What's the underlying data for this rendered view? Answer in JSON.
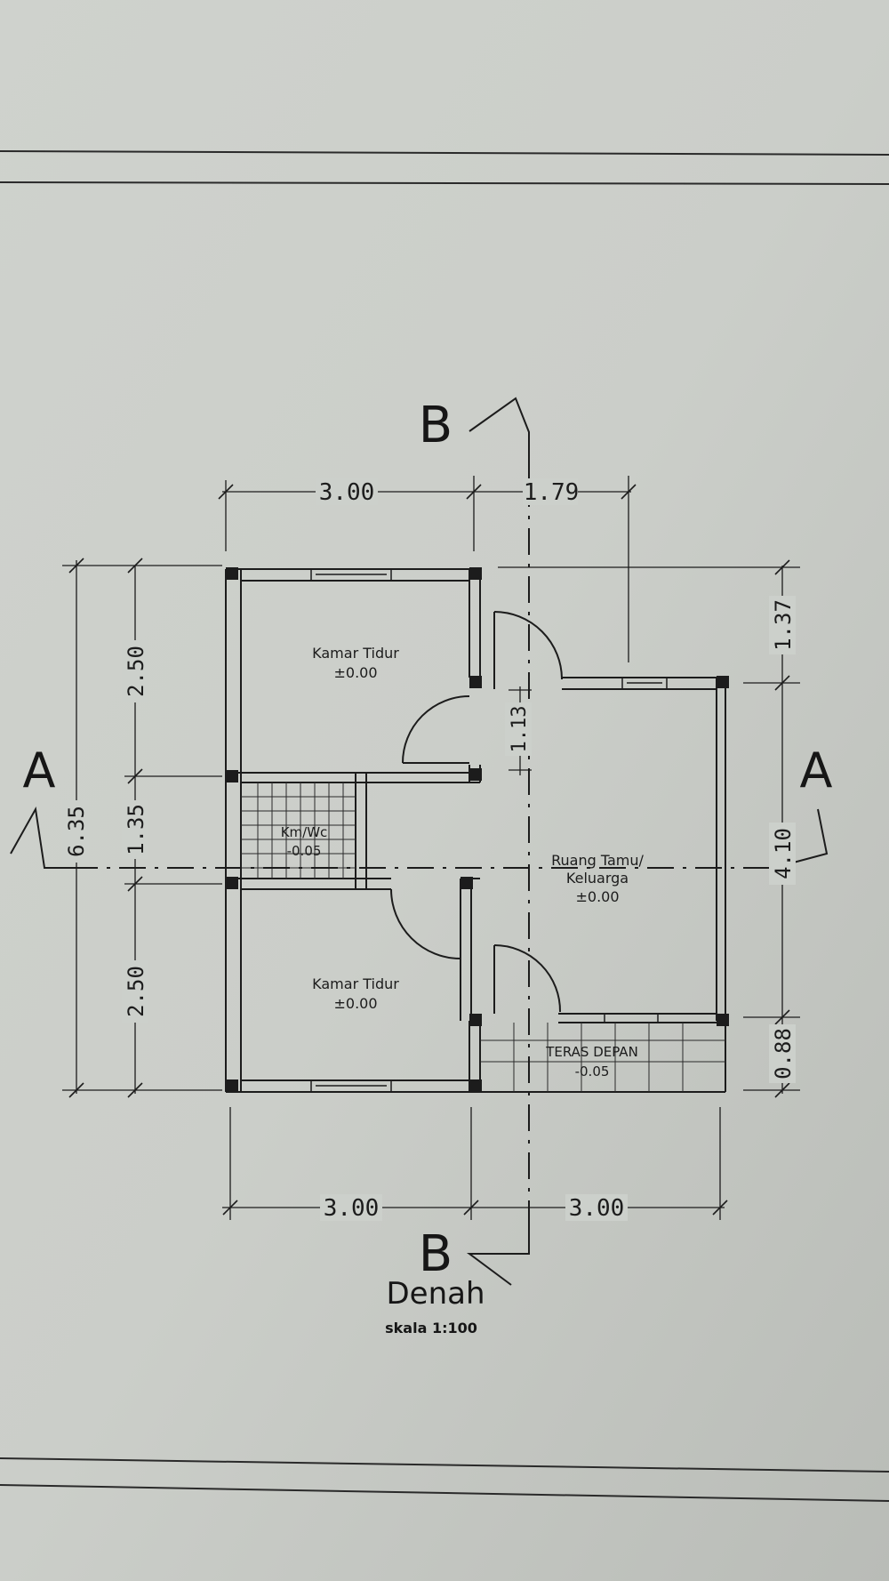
{
  "drawing": {
    "title": "Denah",
    "scale": "skala 1:100",
    "section_a": "A",
    "section_b": "B"
  },
  "rooms": {
    "bedroom_top": {
      "name": "Kamar Tidur",
      "level": "±0.00"
    },
    "bathroom": {
      "name": "Km/Wc",
      "level": "-0.05"
    },
    "bedroom_bottom": {
      "name": "Kamar Tidur",
      "level": "±0.00"
    },
    "living": {
      "name_line1": "Ruang Tamu/",
      "name_line2": "Keluarga",
      "level": "±0.00"
    },
    "terrace": {
      "name": "TERAS DEPAN",
      "level": "-0.05"
    }
  },
  "dimensions": {
    "top_left": "3.00",
    "top_right": "1.79",
    "bottom_left": "3.00",
    "bottom_right": "3.00",
    "left_total": "6.35",
    "left_upper": "2.50",
    "left_middle": "1.35",
    "left_lower": "2.50",
    "right_top": "1.37",
    "right_middle": "4.10",
    "right_bottom": "0.88",
    "door_gap": "1.13"
  },
  "colors": {
    "paper": "#c9ccc7",
    "ink": "#1c1c1c"
  }
}
